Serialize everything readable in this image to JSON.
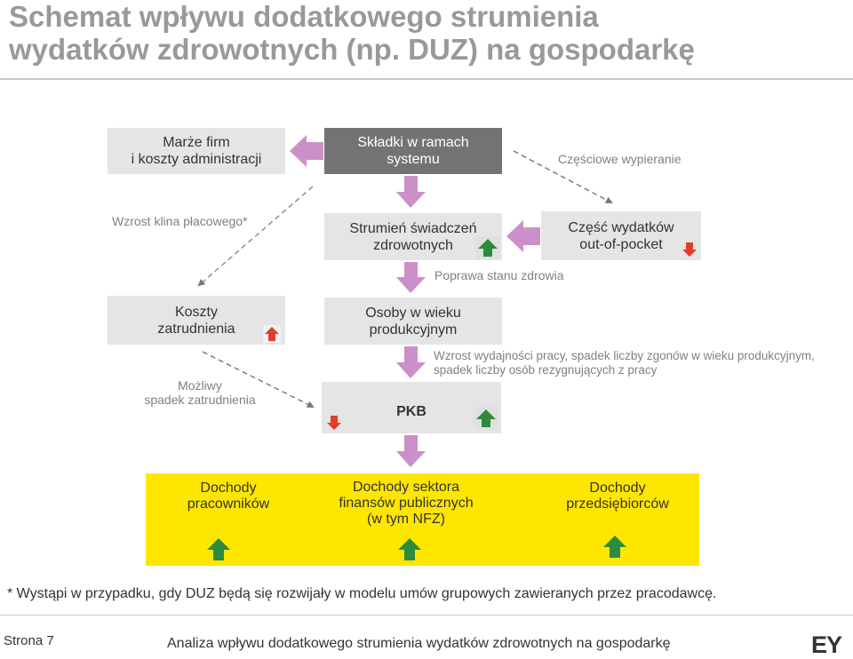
{
  "title": "Schemat wpływu dodatkowego strumienia\nwydatków zdrowotnych (np. DUZ) na gospodarkę",
  "boxes": {
    "marze": "Marże firm\ni koszty administracji",
    "skladki": "Składki w ramach\nsystemu",
    "strumien": "Strumień świadczeń\nzdrowotnych",
    "oop": "Część wydatków\nout-of-pocket",
    "koszty": "Koszty\nzatrudnienia",
    "osoby": "Osoby w wieku\nprodukcyjnym",
    "pkb": "PKB"
  },
  "labels": {
    "czesciowe": "Częściowe wypieranie",
    "klin": "Wzrost klina płacowego*",
    "poprawa": "Poprawa stanu zdrowia",
    "mozliwy": "Możliwy\nspadek zatrudnienia",
    "wzrost": "Wzrost wydajności pracy, spadek liczby zgonów w wieku produkcyjnym,\nspadek liczby osób rezygnujących z pracy"
  },
  "yellow": {
    "pracownicy": "Dochody\npracowników",
    "sektor": "Dochody sektora\nfinansów publicznych\n(w tym NFZ)",
    "przedsiebiorcy": "Dochody\nprzedsiębiorców"
  },
  "footnote": "* Wystąpi w przypadku, gdy DUZ będą się rozwijały w modelu umów grupowych zawieranych przez pracodawcę.",
  "footer": {
    "page": "Strona 7",
    "text": "Analiza wpływu dodatkowego strumienia wydatków zdrowotnych na gospodarkę",
    "logo": "EY"
  },
  "colors": {
    "arrow_block": "#cc8fc7",
    "up_icon": "#2e8b3d",
    "down_icon": "#e23c2c",
    "yellow": "#ffe600"
  }
}
